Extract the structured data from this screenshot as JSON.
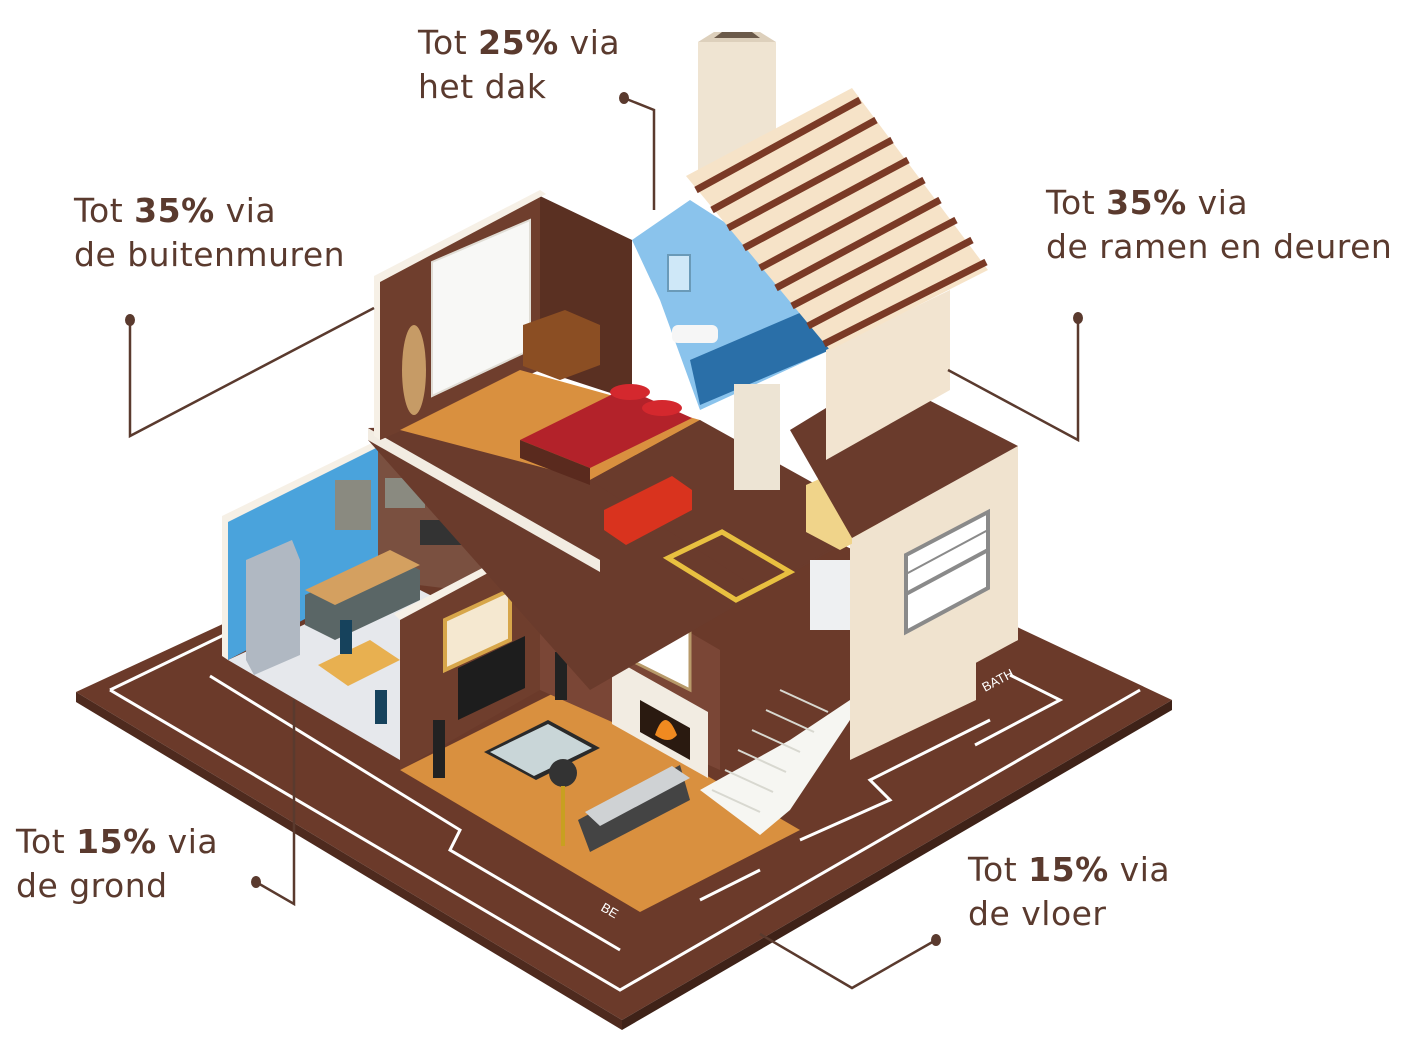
{
  "callouts": {
    "roof": {
      "prefix": "Tot ",
      "value": "25%",
      "suffix": " via",
      "line2": "het dak"
    },
    "walls": {
      "prefix": "Tot ",
      "value": "35%",
      "suffix": " via",
      "line2": "de buitenmuren"
    },
    "windows": {
      "prefix": "Tot ",
      "value": "35%",
      "suffix": " via",
      "line2": "de ramen en deuren"
    },
    "ground": {
      "prefix": "Tot ",
      "value": "15%",
      "suffix": " via",
      "line2": "de grond"
    },
    "floor": {
      "prefix": "Tot ",
      "value": "15%",
      "suffix": " via",
      "line2": "de vloer"
    }
  },
  "plan_labels": {
    "bath": "BATH",
    "bed": "BE"
  },
  "colors": {
    "brand_brown": "#5a3a2e",
    "base_brown": "#6b3a2a",
    "wall_brown": "#6f3e2d",
    "wood_floor": "#d9903f",
    "beige_wall": "#f0e3cf",
    "tile_blue": "#4aa3dc",
    "roof_cream": "#f2dcc0"
  }
}
